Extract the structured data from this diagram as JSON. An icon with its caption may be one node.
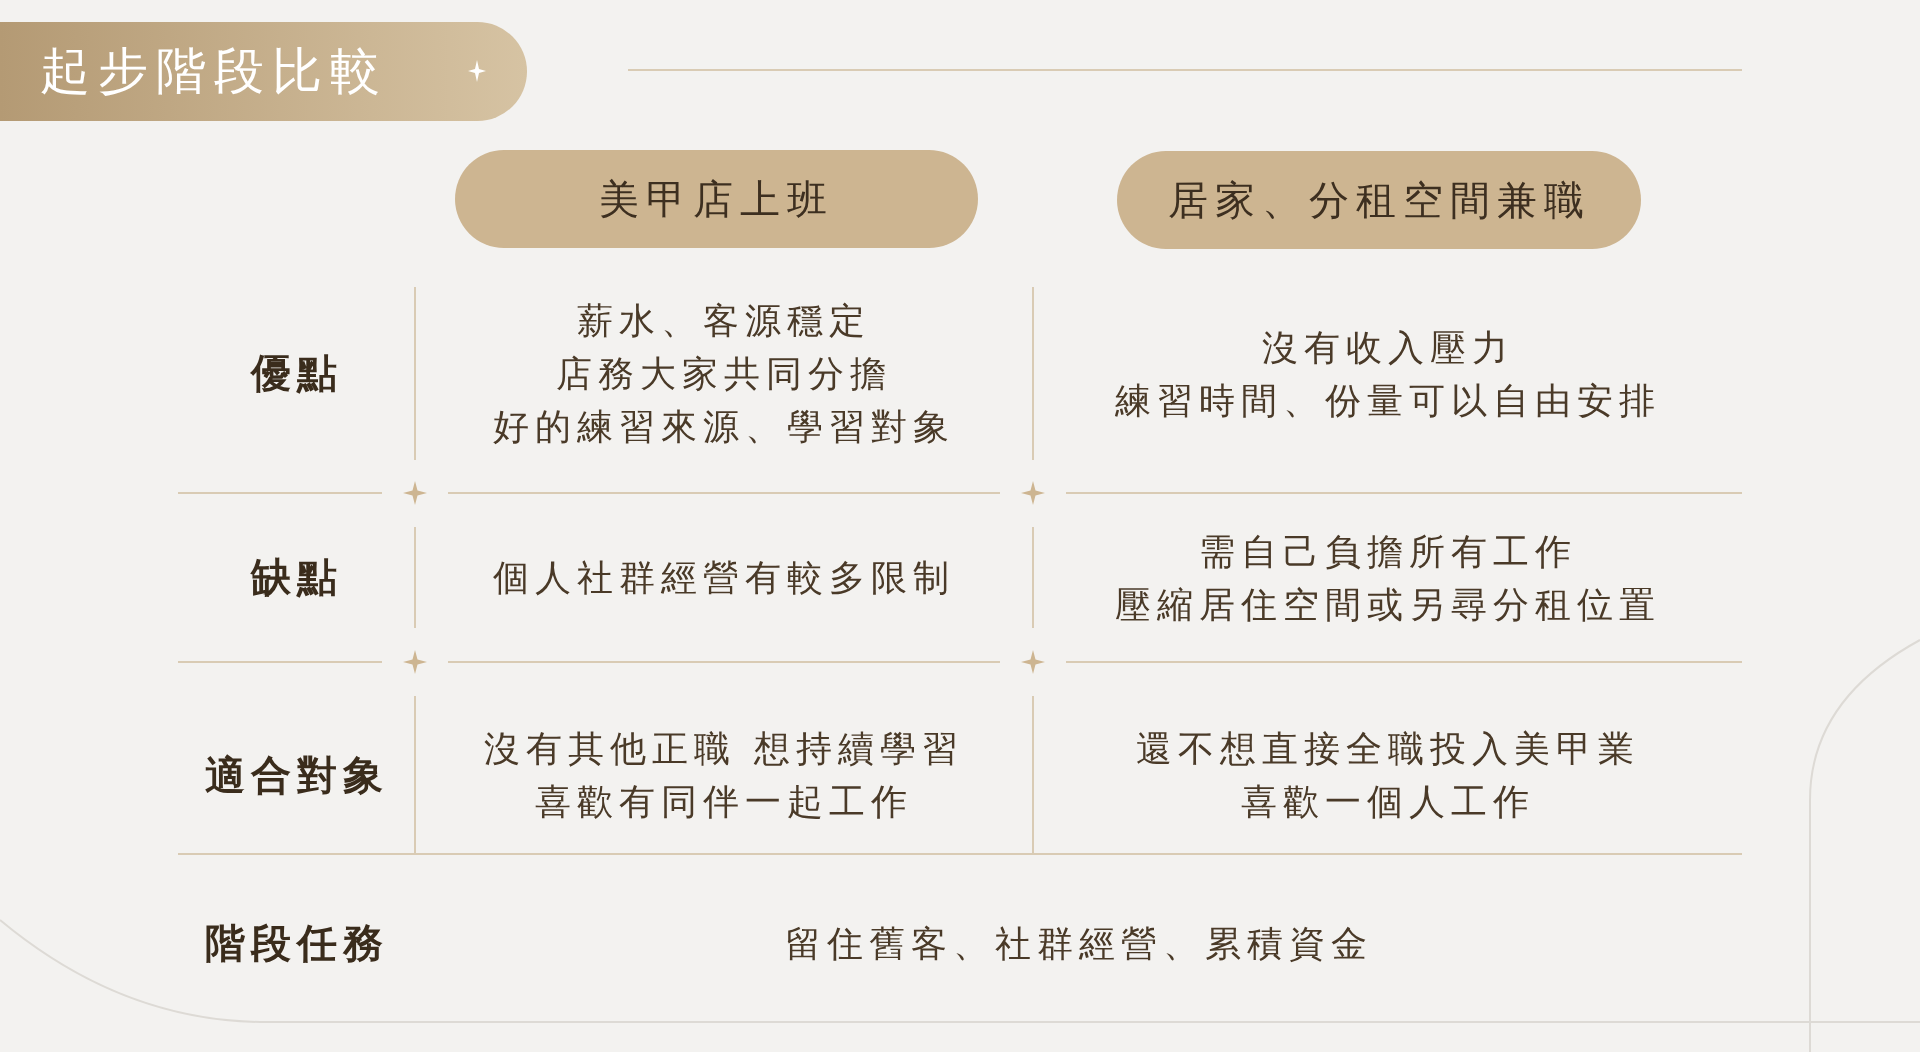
{
  "diagram": {
    "title": "起步階段比較",
    "nodes": [
      {
        "text": [
          "美甲店上班"
        ]
      },
      {
        "text": [
          "居家、分租空間兼職"
        ]
      }
    ],
    "labels": [
      "優點",
      "薪水、客源穩定",
      "店務大家共同分擔",
      "好的練習來源、學習對象",
      "沒有收入壓力",
      "練習時間、份量可以自由安排",
      "缺點",
      "個人社群經營有較多限制",
      "需自己負擔所有工作",
      "壓縮居住空間或另尋分租位置",
      "適合對象",
      "沒有其他正職 想持續學習",
      "喜歡有同伴一起工作",
      "還不想直接全職投入美甲業",
      "喜歡一個人工作",
      "階段任務",
      "留住舊客、社群經營、累積資金"
    ]
  }
}
